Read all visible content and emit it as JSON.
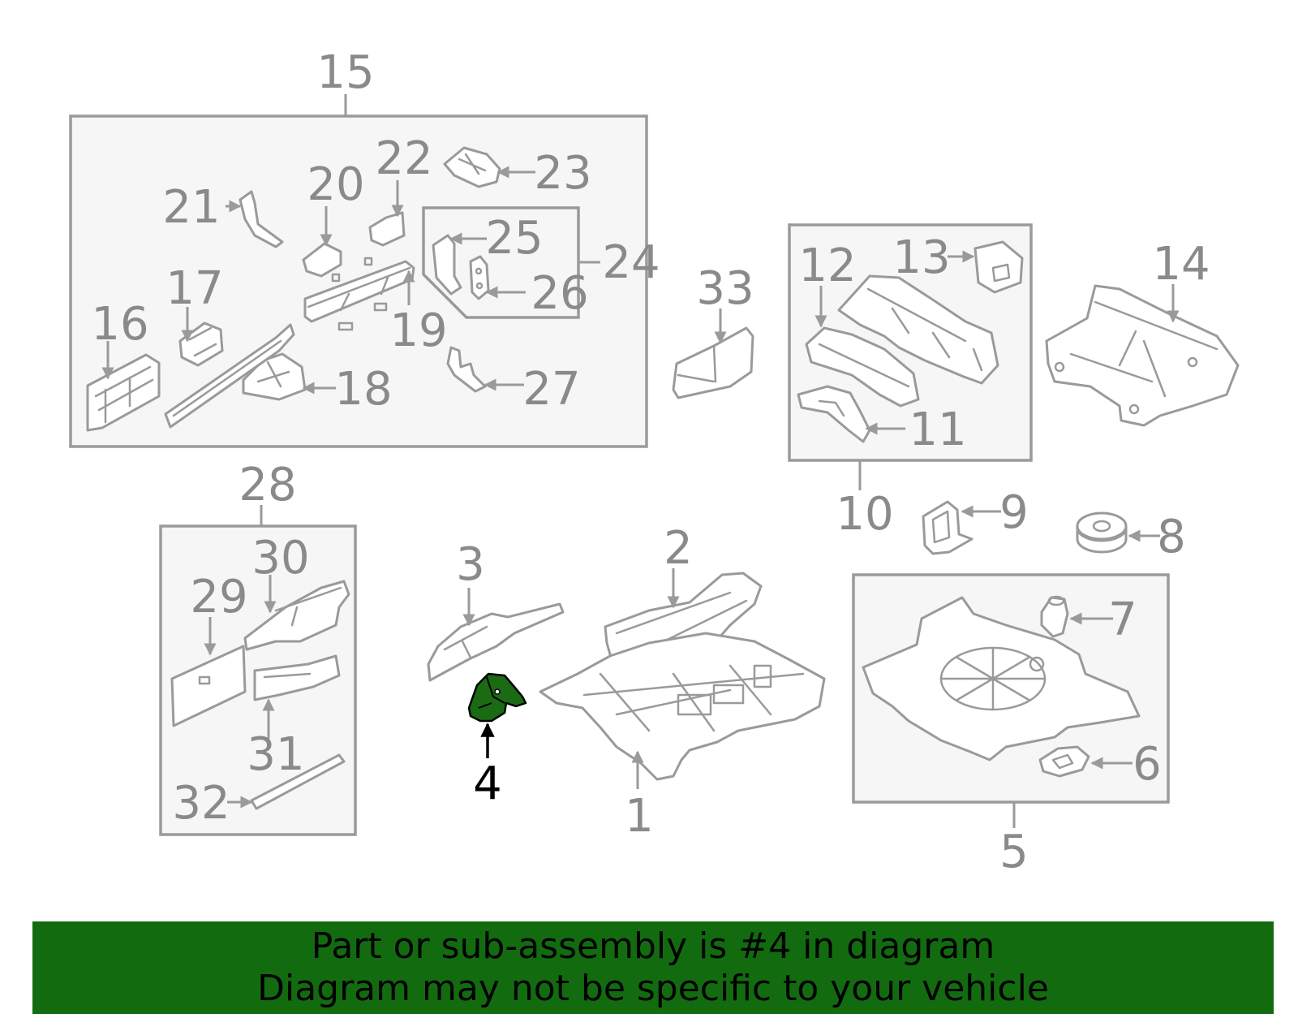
{
  "highlight": {
    "part_number": "4",
    "color": "#1a6b14",
    "outline_color": "#000000"
  },
  "colors": {
    "line": "#9a9a9a",
    "box_fill": "#f6f6f6",
    "banner": "#136b10"
  },
  "callouts": {
    "c1": "1",
    "c2": "2",
    "c3": "3",
    "c4": "4",
    "c5": "5",
    "c6": "6",
    "c7": "7",
    "c8": "8",
    "c9": "9",
    "c10": "10",
    "c11": "11",
    "c12": "12",
    "c13": "13",
    "c14": "14",
    "c15": "15",
    "c16": "16",
    "c17": "17",
    "c18": "18",
    "c19": "19",
    "c20": "20",
    "c21": "21",
    "c22": "22",
    "c23": "23",
    "c24": "24",
    "c25": "25",
    "c26": "26",
    "c27": "27",
    "c28": "28",
    "c29": "29",
    "c30": "30",
    "c31": "31",
    "c32": "32",
    "c33": "33"
  },
  "banner": {
    "line1": "Part or sub-assembly is #4 in diagram",
    "line2": "Diagram may not be specific to your vehicle"
  }
}
